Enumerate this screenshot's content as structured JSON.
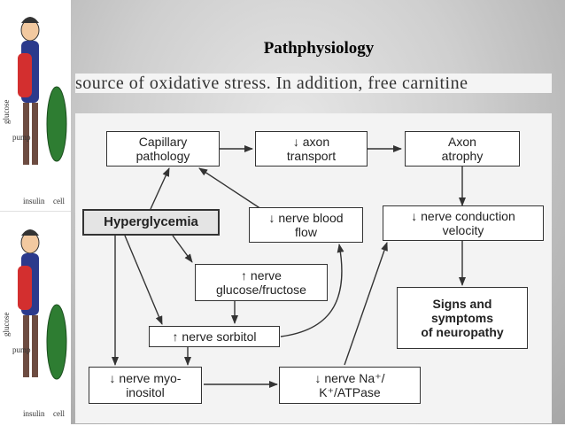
{
  "slide": {
    "title": "Pathphysiology",
    "cut_text": "source of oxidative stress. In addition, free carnitine"
  },
  "side_clips": [
    {
      "labels": {
        "glucose": "glucose",
        "pump": "pump",
        "insulin": "insulin",
        "cell": "cell"
      }
    },
    {
      "labels": {
        "glucose": "glucose",
        "pump": "pump",
        "insulin": "insulin",
        "cell": "cell"
      }
    }
  ],
  "diagram": {
    "nodes": {
      "capillary": "Capillary\npathology",
      "axon_transport": "↓ axon\ntransport",
      "axon_atrophy": "Axon\natrophy",
      "hyperglycemia": "Hyperglycemia",
      "blood_flow": "↓ nerve blood\nflow",
      "conduction": "↓ nerve conduction\nvelocity",
      "glucose_fructose": "↑ nerve\nglucose/fructose",
      "signs": "Signs and\nsymptoms\nof neuropathy",
      "sorbitol": "↑ nerve sorbitol",
      "myoinositol": "↓ nerve myo-\ninositol",
      "atpase": "↓ nerve Na⁺/\nK⁺/ATPase"
    }
  },
  "colors": {
    "ball": "#2e7d32",
    "box_border": "#333333",
    "hyper_fill": "#e4e4e4"
  }
}
